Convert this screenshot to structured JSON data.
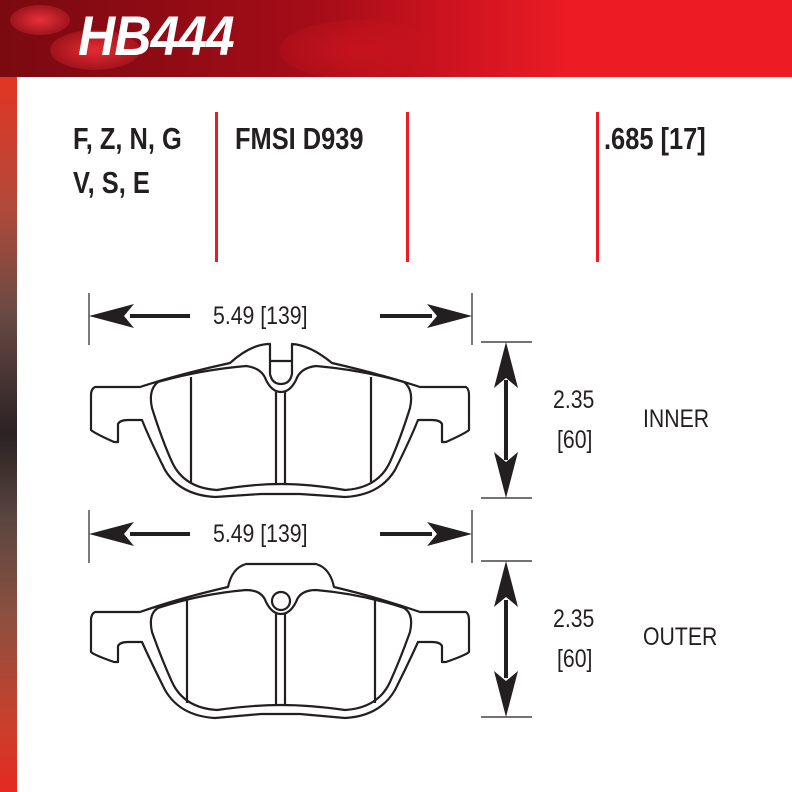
{
  "header": {
    "part_number": "HB444",
    "brand_red": "#ed1c24",
    "dark_red": "#7a0a10"
  },
  "specs": {
    "compounds_line1": "F, Z, N, G",
    "compounds_line2": "V, S, E",
    "fmsi": "FMSI D939",
    "thickness": ".685 [17]"
  },
  "inner_pad": {
    "width_label": "5.49 [139]",
    "height_label_in": "2.35",
    "height_label_mm": "[60]",
    "side_label": "INNER"
  },
  "outer_pad": {
    "width_label": "5.49 [139]",
    "height_label_in": "2.35",
    "height_label_mm": "[60]",
    "side_label": "OUTER"
  },
  "colors": {
    "line": "#231f20",
    "divider": "#ed1c24",
    "background": "#ffffff"
  }
}
